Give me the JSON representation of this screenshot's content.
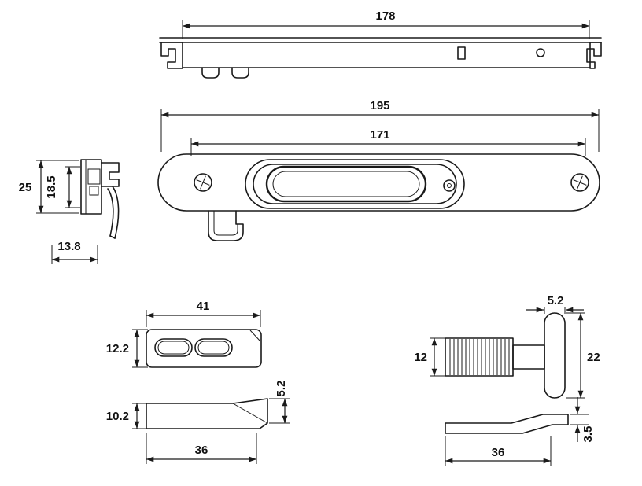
{
  "drawing": {
    "background": "#ffffff",
    "line_color": "#1a1a1a",
    "views": {
      "top": {
        "length": "178"
      },
      "front": {
        "overall_length": "195",
        "inner_length": "171"
      },
      "side": {
        "height": "25",
        "inner_height": "18.5",
        "depth": "13.8"
      },
      "plate": {
        "width": "41",
        "height": "12.2"
      },
      "plate_side": {
        "height": "10.2",
        "length": "36",
        "tip_thickness": "5.2"
      },
      "pin": {
        "neck_width": "5.2",
        "body_height": "12",
        "cap_height": "22"
      },
      "bar": {
        "length": "36",
        "thickness": "3.5"
      }
    }
  }
}
